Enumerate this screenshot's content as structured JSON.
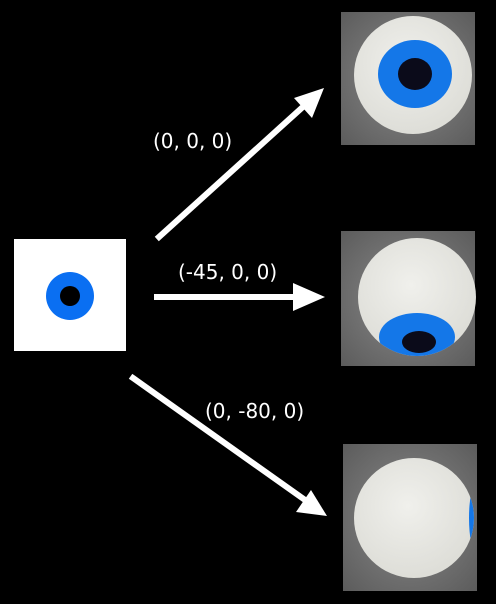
{
  "source_texture": {
    "background": "#ffffff",
    "iris_color": "#0a6ff2",
    "pupil_color": "#000000"
  },
  "rotations": [
    {
      "label": "(0, 0, 0)",
      "view": "front"
    },
    {
      "label": "(-45, 0, 0)",
      "view": "tilted-down"
    },
    {
      "label": "(0, -80, 0)",
      "view": "turned-side"
    }
  ],
  "colors": {
    "canvas_background": "#000000",
    "arrow": "#ffffff",
    "render_background": "#6b6b6b",
    "sphere": "#e5e5e0",
    "iris": "#1477e8",
    "pupil": "#0b0b1a"
  }
}
